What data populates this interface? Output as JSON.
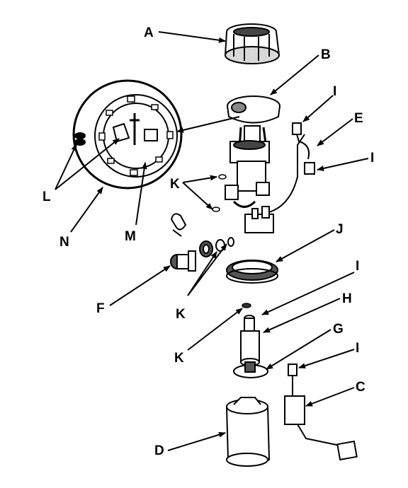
{
  "diagram": {
    "labels": {
      "A": "A",
      "B": "B",
      "C": "C",
      "D": "D",
      "E": "E",
      "F": "F",
      "G": "G",
      "H": "H",
      "I1": "I",
      "I2": "I",
      "I3": "I",
      "I4": "I",
      "J": "J",
      "K1": "K",
      "K2": "K",
      "K3": "K",
      "L": "L",
      "M": "M",
      "N": "N"
    }
  }
}
